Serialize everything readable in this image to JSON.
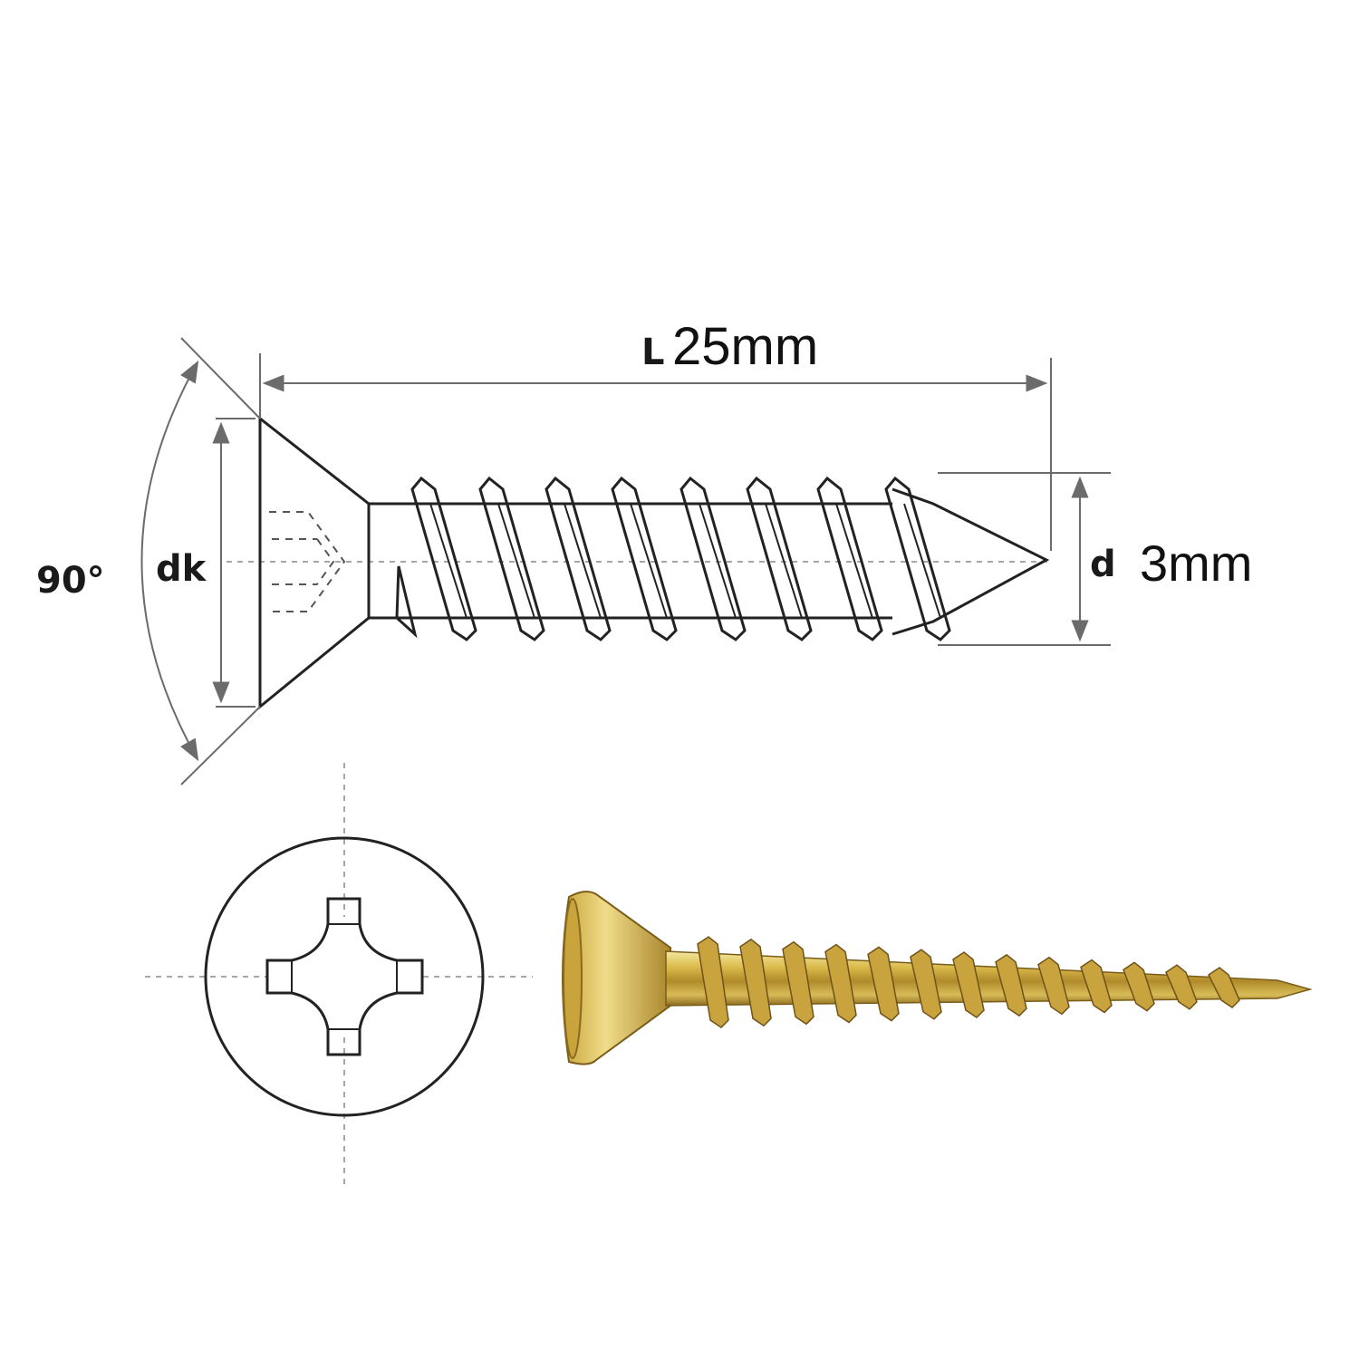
{
  "diagram": {
    "length_symbol": "L",
    "length_value": "25mm",
    "diameter_symbol": "d",
    "diameter_value": "3mm",
    "head_symbol": "dk",
    "angle_label": "90°"
  },
  "icons": {
    "head_top_view": "phillips-head-icon",
    "photo": "screw-photo-icon"
  },
  "colors": {
    "line": "#222222",
    "dimension": "#6b6b6b",
    "screw_gold_light": "#e8cf6a",
    "screw_gold_dark": "#9a7a24"
  }
}
